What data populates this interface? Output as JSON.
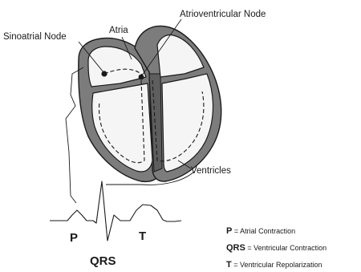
{
  "labels": {
    "sinoatrial_node": "Sinoatrial Node",
    "atria": "Atria",
    "atrioventricular_node": "Atrioventricular Node",
    "ventricles": "Ventricles"
  },
  "waveform": {
    "p": "P",
    "qrs": "QRS",
    "t": "T"
  },
  "legend": [
    {
      "key": "P",
      "desc": " = Atrial Contraction"
    },
    {
      "key": "QRS",
      "desc": " = Ventricular Contraction"
    },
    {
      "key": "T",
      "desc": " = Ventricular Repolarization"
    }
  ]
}
